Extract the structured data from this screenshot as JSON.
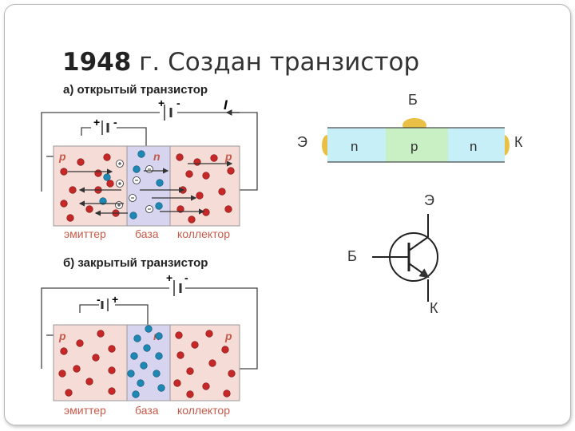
{
  "title": {
    "year": "1948",
    "rest": " г. Создан транзистор"
  },
  "open": {
    "caption": "а) открытый транзистор",
    "plus": "+",
    "minus": "-",
    "small_plus": "+",
    "small_minus": "-",
    "current": "I",
    "p_left": "p",
    "n": "n",
    "p_right": "p",
    "emitter": "эмиттер",
    "base": "база",
    "collector": "коллектор"
  },
  "closed": {
    "caption": "б) закрытый транзистор",
    "plus": "+",
    "minus": "-",
    "small_plus": "+",
    "small_minus": "-",
    "p_left": "p",
    "n": "n",
    "p_right": "p",
    "emitter": "эмиттер",
    "base": "база",
    "collector": "коллектор"
  },
  "strip": {
    "base": "Б",
    "emitter": "Э",
    "collector": "К",
    "left": "n",
    "mid": "p",
    "right": "n"
  },
  "symbol": {
    "emitter": "Э",
    "base": "Б",
    "collector": "К"
  },
  "colors": {
    "p_region": "#f5dcd6",
    "n_region": "#d6d4ee",
    "hole": "#c62828",
    "electron": "#1e88b5",
    "strip_n": "#c7eff7",
    "strip_p": "#c9f0c5",
    "contact": "#e9c045",
    "label": "#c55a4a"
  }
}
